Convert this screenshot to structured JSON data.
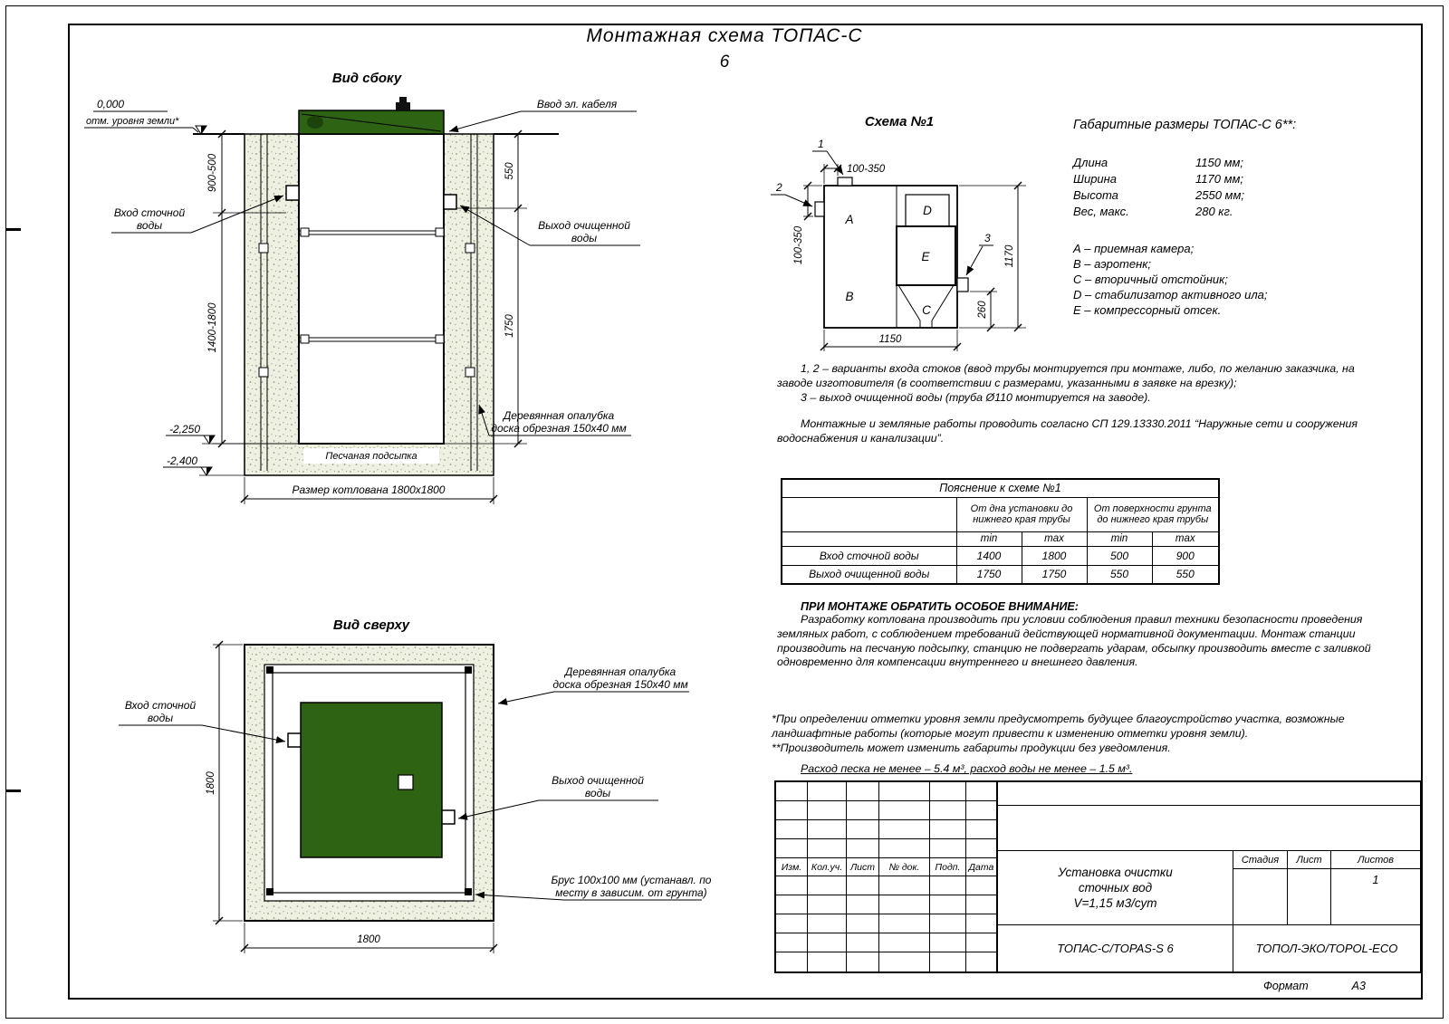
{
  "colors": {
    "unit_green": "#2e6314",
    "sand": "#eef0e2"
  },
  "sheet": {
    "title_line1": "Монтажная схема ТОПАС-С",
    "title_line2": "6",
    "format_label": "Формат",
    "format_value": "А3"
  },
  "side_view": {
    "title": "Вид сбоку",
    "elev_zero": "0,000",
    "elev_zero_label": "отм. уровня земли*",
    "cable_label": "Ввод эл. кабеля",
    "inlet_label_line1": "Вход сточной",
    "inlet_label_line2": "воды",
    "outlet_label_line1": "Выход очищенной",
    "outlet_label_line2": "воды",
    "dim_left_upper": "900-500",
    "dim_left_lower": "1400-1800",
    "dim_right_upper": "550",
    "dim_right_lower": "1750",
    "elev_tank_bottom": "-2,250",
    "elev_pit_bottom": "-2,400",
    "formwork_label_line1": "Деревянная опалубка",
    "formwork_label_line2": "доска обрезная 150х40 мм",
    "sand_label": "Песчаная подсыпка",
    "pit_size_label": "Размер котлована 1800х1800"
  },
  "top_view": {
    "title": "Вид сверху",
    "inlet_label_line1": "Вход сточной",
    "inlet_label_line2": "воды",
    "formwork_label_line1": "Деревянная опалубка",
    "formwork_label_line2": "доска обрезная 150х40 мм",
    "outlet_label_line1": "Выход очищенной",
    "outlet_label_line2": "воды",
    "beam_label_line1": "Брус 100х100 мм (устанавл. по",
    "beam_label_line2": "месту в зависим. от грунта)",
    "dim_side": "1800",
    "dim_bottom": "1800"
  },
  "scheme": {
    "title": "Схема №1",
    "callout1": "1",
    "callout2": "2",
    "callout3": "3",
    "comp_a": "A",
    "comp_b": "B",
    "comp_c": "C",
    "comp_d": "D",
    "comp_e": "E",
    "dim_top": "100-350",
    "dim_left": "100-350",
    "dim_right": "1170",
    "dim_outlet": "260",
    "dim_bottom": "1150"
  },
  "overall": {
    "title": "Габаритные размеры ТОПАС-С 6**:",
    "rows": [
      {
        "label": "Длина",
        "value": "1150 мм;"
      },
      {
        "label": "Ширина",
        "value": "1170 мм;"
      },
      {
        "label": "Высота",
        "value": "2550 мм;"
      },
      {
        "label": "Вес, макс.",
        "value": "280 кг."
      }
    ],
    "legend": [
      "А – приемная камера;",
      "В – аэротенк;",
      "С – вторичный отстойник;",
      "D – стабилизатор активного ила;",
      "Е – компрессорный отсек."
    ]
  },
  "notes": {
    "note1": "1, 2 – варианты входа  стоков (ввод трубы монтируется при монтаже, либо, по желанию заказчика, на заводе изготовителя (в соответствии с размерами, указанными в заявке на врезку);",
    "note2": "3 – выход очищенной воды (труба Ø110 монтируется на заводе).",
    "note3": "Монтажные и земляные работы проводить согласно СП 129.13330.2011 “Наружные сети и сооружения водоснабжения и канализации”."
  },
  "table": {
    "title": "Пояснение к схеме №1",
    "group1": "От дна установки до нижнего края трубы",
    "group2": "От поверхности грунта до нижнего края трубы",
    "min_label": "min",
    "max_label": "max",
    "rows": [
      {
        "label": "Вход сточной воды",
        "v1": "1400",
        "v2": "1800",
        "v3": "500",
        "v4": "900"
      },
      {
        "label": "Выход очищенной воды",
        "v1": "1750",
        "v2": "1750",
        "v3": "550",
        "v4": "550"
      }
    ]
  },
  "attention": {
    "title": "ПРИ МОНТАЖЕ ОБРАТИТЬ ОСОБОЕ ВНИМАНИЕ:",
    "body": "Разработку котлована производить при условии соблюдения правил техники безопасности проведения земляных работ, с соблюдением требований действующей нормативной документации. Монтаж станции производить на песчаную подсыпку, станцию не подвергать ударам, обсыпку производить вместе с заливкой одновременно для компенсации внутреннего и внешнего давления."
  },
  "footnotes": {
    "note1": "*При определении отметки уровня земли предусмотреть будущее благоустройство участка, возможные ландшафтные работы (которые могут привести к изменению отметки уровня земли).",
    "note2": "**Производитель может изменить габариты продукции без уведомления.",
    "consumption": "Расход песка не менее – 5.4 м³, расход воды не менее – 1.5 м³."
  },
  "title_block": {
    "headers": [
      "Изм.",
      "Кол.уч.",
      "Лист",
      "№ док.",
      "Подп.",
      "Дата"
    ],
    "project_line1": "Установка очистки",
    "project_line2": "сточных вод",
    "project_line3": "V=1,15 м3/сут",
    "stage_label": "Стадия",
    "sheet_label": "Лист",
    "sheets_label": "Листов",
    "sheets_value": "1",
    "model": "ТОПАС-С/TOPAS-S 6",
    "company": "ТОПОЛ-ЭКО/TOPOL-ECO"
  }
}
